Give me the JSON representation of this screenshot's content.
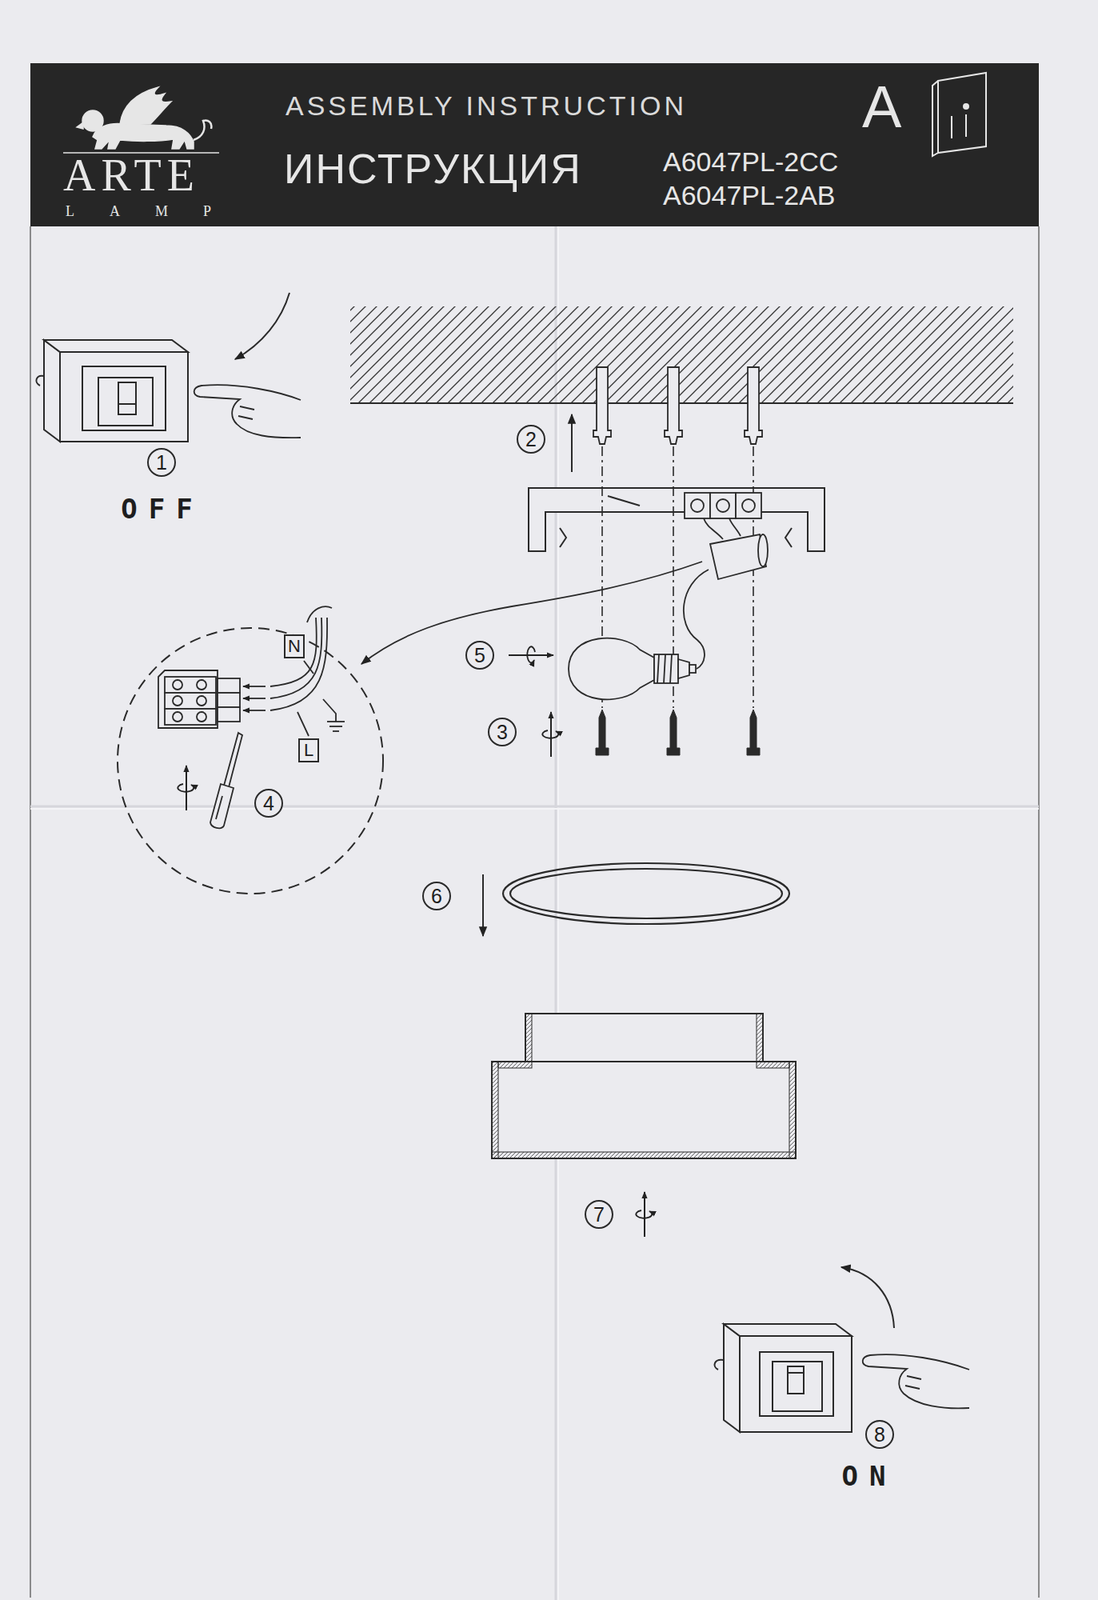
{
  "diagram": {
    "nodes": [
      {
        "text": [
          "ARTE",
          "LAMP",
          "ASSEMBLY INSTRUCTION",
          "ИНСТРУКЦИЯ",
          "A",
          "A6047PL-2CC",
          "A6047PL-2AB"
        ]
      },
      {
        "text": [
          "1"
        ]
      },
      {
        "text": [
          "2"
        ]
      },
      {
        "text": [
          "N"
        ]
      },
      {
        "text": [
          "5"
        ]
      },
      {
        "text": [
          "3"
        ]
      },
      {
        "text": [
          "L"
        ]
      },
      {
        "text": [
          "4"
        ]
      },
      {
        "text": [
          "6"
        ]
      },
      {
        "text": [
          "7"
        ]
      },
      {
        "text": [
          "8"
        ]
      }
    ],
    "labels": [
      "OFF",
      "ON"
    ]
  }
}
